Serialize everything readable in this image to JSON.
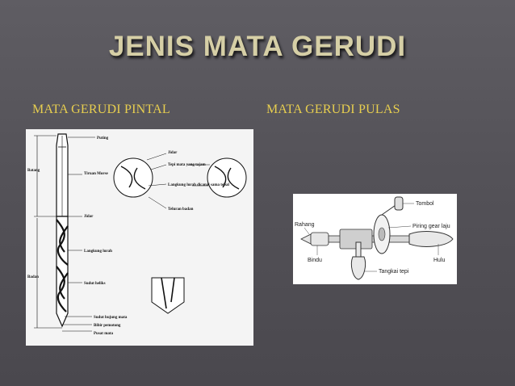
{
  "title": "JENIS MATA GERUDI",
  "left": {
    "heading": "MATA GERUDI PINTAL",
    "labels": {
      "puting": "Puting",
      "batang": "Batang",
      "tiruan_morse": "Tiruan Morse",
      "jidar_top": "Jidar",
      "tepi_mata": "Tepi mata yang tajam",
      "langkung": "Langkung lurah dicanai sama tebal",
      "teluran_badan": "Teluran badan",
      "jidar_mid": "Jidar",
      "langkung_lurah": "Langkung lurah",
      "badan": "Badan",
      "sudut_heliks": "Sudut heliks",
      "sudut_hujung": "Sudut hujung mata",
      "bibir_pemotong": "Bibir pemotong",
      "pusat_mata": "Pusat mata"
    }
  },
  "right": {
    "heading": "MATA GERUDI PULAS",
    "labels": {
      "tombol": "Tombol",
      "rahang": "Rahang",
      "piring_gear": "Piring gear laju",
      "bindu": "Bindu",
      "hulu": "Hulu",
      "tangkai_tepi": "Tangkai tepi"
    }
  },
  "colors": {
    "title": "#d6cfa6",
    "subtitle": "#e7ce4f",
    "background": "#56545a"
  }
}
